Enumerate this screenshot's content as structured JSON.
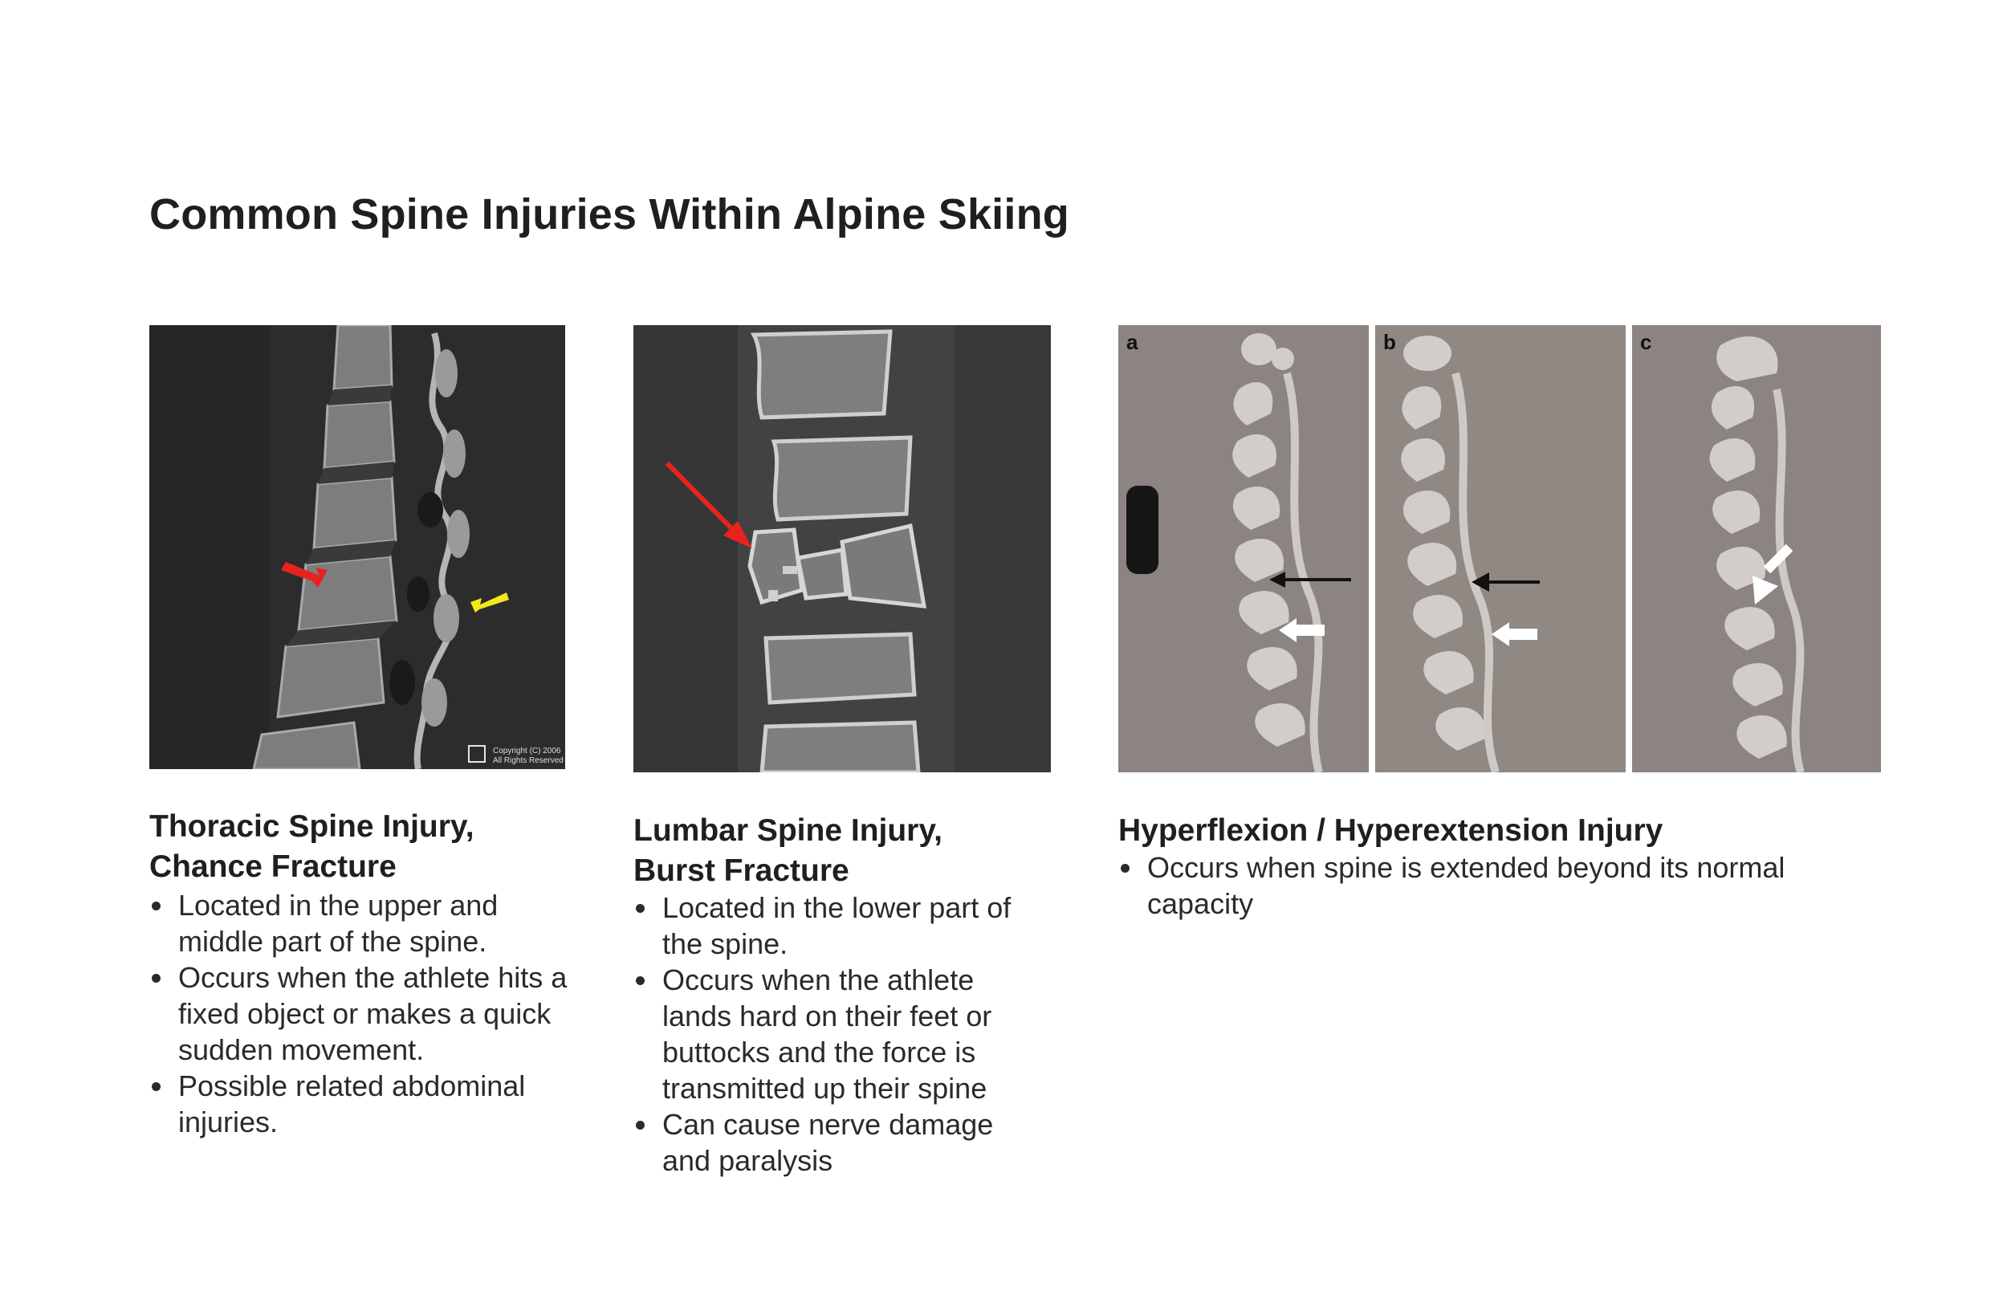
{
  "title": "Common Spine Injuries Within Alpine Skiing",
  "columns": [
    {
      "heading_line1": "Thoracic Spine Injury,",
      "heading_line2": "Chance Fracture",
      "image_copyright_line1": "Copyright (C) 2006",
      "image_copyright_line2": "All Rights Reserved",
      "bullets": [
        "Located in the upper and middle part of the spine.",
        "Occurs when the athlete hits a fixed object or makes a quick sudden movement.",
        "Possible related abdominal injuries."
      ]
    },
    {
      "heading_line1": "Lumbar Spine Injury,",
      "heading_line2": "Burst Fracture",
      "bullets": [
        "Located in the lower part of the spine.",
        "Occurs when the athlete lands hard on their feet or buttocks and the force is transmitted up their spine",
        "Can cause nerve damage and paralysis"
      ]
    },
    {
      "heading_line1": "Hyperflexion / Hyperextension Injury",
      "panel_labels": [
        "a",
        "b",
        "c"
      ],
      "bullets": [
        "Occurs when spine is extended beyond its normal capacity"
      ]
    }
  ],
  "colors": {
    "red_arrow": "#e8231f",
    "yellow_arrow": "#f2e81a",
    "ct_dark": "#2b2b2b",
    "ct_gray": "#8a8480"
  }
}
